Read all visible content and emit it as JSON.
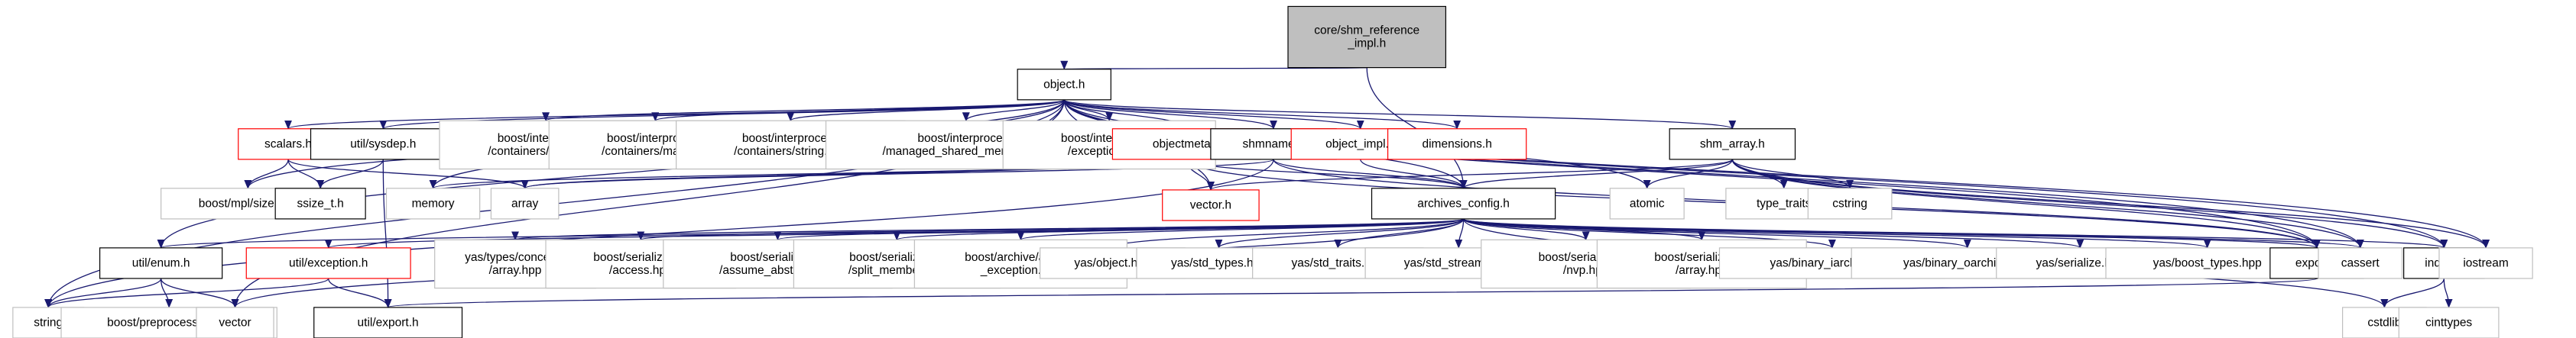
{
  "graph": {
    "colors": {
      "edge": "#191970",
      "root_fill": "#bfbfbf",
      "root_border": "#000000",
      "doc_border": "#000000",
      "nodoc_border": "#ff0000",
      "system_border": "#bfbfbf",
      "node_fill": "#ffffff"
    },
    "nodes": [
      {
        "id": "root",
        "lines": [
          "core/shm_reference",
          "_impl.h"
        ],
        "kind": "root"
      },
      {
        "id": "object_h",
        "lines": [
          "object.h"
        ],
        "kind": "doc"
      },
      {
        "id": "scalars_h",
        "lines": [
          "scalars.h"
        ],
        "kind": "nodoc"
      },
      {
        "id": "sysdep_h",
        "lines": [
          "util/sysdep.h"
        ],
        "kind": "doc"
      },
      {
        "id": "bi_vector",
        "lines": [
          "boost/interprocess",
          "/containers/vector.hpp"
        ],
        "kind": "system"
      },
      {
        "id": "bi_map",
        "lines": [
          "boost/interprocess",
          "/containers/map.hpp"
        ],
        "kind": "system"
      },
      {
        "id": "bi_string",
        "lines": [
          "boost/interprocess",
          "/containers/string.hpp"
        ],
        "kind": "system"
      },
      {
        "id": "bi_managed",
        "lines": [
          "boost/interprocess",
          "/managed_shared_memory.hpp"
        ],
        "kind": "system"
      },
      {
        "id": "bi_exc",
        "lines": [
          "boost/interprocess",
          "/exceptions.hpp"
        ],
        "kind": "system"
      },
      {
        "id": "objectmeta_h",
        "lines": [
          "objectmeta.h"
        ],
        "kind": "nodoc"
      },
      {
        "id": "shmname_h",
        "lines": [
          "shmname.h"
        ],
        "kind": "doc"
      },
      {
        "id": "object_impl_h",
        "lines": [
          "object_impl.h"
        ],
        "kind": "nodoc"
      },
      {
        "id": "dimensions_h",
        "lines": [
          "dimensions.h"
        ],
        "kind": "nodoc"
      },
      {
        "id": "shm_array_h",
        "lines": [
          "shm_array.h"
        ],
        "kind": "doc"
      },
      {
        "id": "mpl_size",
        "lines": [
          "boost/mpl/size.hpp"
        ],
        "kind": "system"
      },
      {
        "id": "ssize_t_h",
        "lines": [
          "ssize_t.h"
        ],
        "kind": "doc"
      },
      {
        "id": "memory",
        "lines": [
          "memory"
        ],
        "kind": "system"
      },
      {
        "id": "array",
        "lines": [
          "array"
        ],
        "kind": "system"
      },
      {
        "id": "vector_h",
        "lines": [
          "vector.h"
        ],
        "kind": "nodoc"
      },
      {
        "id": "archives_config_h",
        "lines": [
          "archives_config.h"
        ],
        "kind": "doc"
      },
      {
        "id": "atomic",
        "lines": [
          "atomic"
        ],
        "kind": "system"
      },
      {
        "id": "type_traits",
        "lines": [
          "type_traits"
        ],
        "kind": "system"
      },
      {
        "id": "cstring",
        "lines": [
          "cstring"
        ],
        "kind": "system"
      },
      {
        "id": "enum_h",
        "lines": [
          "util/enum.h"
        ],
        "kind": "doc"
      },
      {
        "id": "exception_h",
        "lines": [
          "util/exception.h"
        ],
        "kind": "nodoc"
      },
      {
        "id": "yas_concepts_array",
        "lines": [
          "yas/types/concepts",
          "/array.hpp"
        ],
        "kind": "system"
      },
      {
        "id": "bs_access",
        "lines": [
          "boost/serialization",
          "/access.hpp"
        ],
        "kind": "system"
      },
      {
        "id": "bs_assume_abstract",
        "lines": [
          "boost/serialization",
          "/assume_abstract.hpp"
        ],
        "kind": "system"
      },
      {
        "id": "bs_split_member",
        "lines": [
          "boost/serialization",
          "/split_member.hpp"
        ],
        "kind": "system"
      },
      {
        "id": "ba_archive_exception",
        "lines": [
          "boost/archive/archive",
          "_exception.hpp"
        ],
        "kind": "system"
      },
      {
        "id": "yas_object",
        "lines": [
          "yas/object.hpp"
        ],
        "kind": "system"
      },
      {
        "id": "yas_std_types",
        "lines": [
          "yas/std_types.hpp"
        ],
        "kind": "system"
      },
      {
        "id": "yas_std_traits",
        "lines": [
          "yas/std_traits.hpp"
        ],
        "kind": "system"
      },
      {
        "id": "yas_std_streams",
        "lines": [
          "yas/std_streams.hpp"
        ],
        "kind": "system"
      },
      {
        "id": "bs_nvp",
        "lines": [
          "boost/serialization",
          "/nvp.hpp"
        ],
        "kind": "system"
      },
      {
        "id": "bs_array",
        "lines": [
          "boost/serialization",
          "/array.hpp"
        ],
        "kind": "system"
      },
      {
        "id": "yas_bin_iarchive",
        "lines": [
          "yas/binary_iarchive.hpp"
        ],
        "kind": "system"
      },
      {
        "id": "yas_bin_oarchive",
        "lines": [
          "yas/binary_oarchive.hpp"
        ],
        "kind": "system"
      },
      {
        "id": "yas_serialize",
        "lines": [
          "yas/serialize.hpp"
        ],
        "kind": "system"
      },
      {
        "id": "yas_boost_types",
        "lines": [
          "yas/boost_types.hpp"
        ],
        "kind": "system"
      },
      {
        "id": "export_h",
        "lines": [
          "export.h"
        ],
        "kind": "doc"
      },
      {
        "id": "cassert",
        "lines": [
          "cassert"
        ],
        "kind": "system"
      },
      {
        "id": "index_h",
        "lines": [
          "index.h"
        ],
        "kind": "doc"
      },
      {
        "id": "iostream",
        "lines": [
          "iostream"
        ],
        "kind": "system"
      },
      {
        "id": "string",
        "lines": [
          "string"
        ],
        "kind": "system"
      },
      {
        "id": "boost_pp",
        "lines": [
          "boost/preprocessor.hpp"
        ],
        "kind": "system"
      },
      {
        "id": "vector",
        "lines": [
          "vector"
        ],
        "kind": "system"
      },
      {
        "id": "util_export_h",
        "lines": [
          "util/export.h"
        ],
        "kind": "doc"
      },
      {
        "id": "cstdlib",
        "lines": [
          "cstdlib"
        ],
        "kind": "system"
      },
      {
        "id": "cinttypes",
        "lines": [
          "cinttypes"
        ],
        "kind": "system"
      }
    ],
    "edges": [
      [
        "root",
        "object_h"
      ],
      [
        "root",
        "archives_config_h"
      ],
      [
        "object_h",
        "scalars_h"
      ],
      [
        "object_h",
        "sysdep_h"
      ],
      [
        "object_h",
        "bi_vector"
      ],
      [
        "object_h",
        "bi_map"
      ],
      [
        "object_h",
        "bi_string"
      ],
      [
        "object_h",
        "bi_managed"
      ],
      [
        "object_h",
        "bi_exc"
      ],
      [
        "object_h",
        "objectmeta_h"
      ],
      [
        "object_h",
        "shmname_h"
      ],
      [
        "object_h",
        "object_impl_h"
      ],
      [
        "object_h",
        "dimensions_h"
      ],
      [
        "object_h",
        "shm_array_h"
      ],
      [
        "object_h",
        "mpl_size"
      ],
      [
        "object_h",
        "memory"
      ],
      [
        "object_h",
        "atomic"
      ],
      [
        "object_h",
        "iostream"
      ],
      [
        "object_h",
        "string"
      ],
      [
        "object_h",
        "vector"
      ],
      [
        "object_h",
        "enum_h"
      ],
      [
        "object_h",
        "archives_config_h"
      ],
      [
        "object_h",
        "vector_h"
      ],
      [
        "object_h",
        "export_h"
      ],
      [
        "object_h",
        "index_h"
      ],
      [
        "object_h",
        "cassert"
      ],
      [
        "scalars_h",
        "mpl_size"
      ],
      [
        "scalars_h",
        "ssize_t_h"
      ],
      [
        "scalars_h",
        "array"
      ],
      [
        "sysdep_h",
        "ssize_t_h"
      ],
      [
        "sysdep_h",
        "util_export_h"
      ],
      [
        "objectmeta_h",
        "memory"
      ],
      [
        "objectmeta_h",
        "array"
      ],
      [
        "objectmeta_h",
        "vector_h"
      ],
      [
        "objectmeta_h",
        "archives_config_h"
      ],
      [
        "objectmeta_h",
        "export_h"
      ],
      [
        "shmname_h",
        "array"
      ],
      [
        "shmname_h",
        "string"
      ],
      [
        "shmname_h",
        "archives_config_h"
      ],
      [
        "shmname_h",
        "export_h"
      ],
      [
        "object_impl_h",
        "archives_config_h"
      ],
      [
        "shm_array_h",
        "archives_config_h"
      ],
      [
        "shm_array_h",
        "atomic"
      ],
      [
        "shm_array_h",
        "type_traits"
      ],
      [
        "shm_array_h",
        "cstring"
      ],
      [
        "shm_array_h",
        "vector_h"
      ],
      [
        "shm_array_h",
        "export_h"
      ],
      [
        "shm_array_h",
        "cassert"
      ],
      [
        "shm_array_h",
        "index_h"
      ],
      [
        "shm_array_h",
        "iostream"
      ],
      [
        "archives_config_h",
        "enum_h"
      ],
      [
        "archives_config_h",
        "exception_h"
      ],
      [
        "archives_config_h",
        "vector"
      ],
      [
        "archives_config_h",
        "yas_concepts_array"
      ],
      [
        "archives_config_h",
        "bs_access"
      ],
      [
        "archives_config_h",
        "bs_assume_abstract"
      ],
      [
        "archives_config_h",
        "bs_split_member"
      ],
      [
        "archives_config_h",
        "ba_archive_exception"
      ],
      [
        "archives_config_h",
        "yas_object"
      ],
      [
        "archives_config_h",
        "yas_std_types"
      ],
      [
        "archives_config_h",
        "yas_std_traits"
      ],
      [
        "archives_config_h",
        "yas_std_streams"
      ],
      [
        "archives_config_h",
        "bs_nvp"
      ],
      [
        "archives_config_h",
        "bs_array"
      ],
      [
        "archives_config_h",
        "yas_bin_iarchive"
      ],
      [
        "archives_config_h",
        "yas_bin_oarchive"
      ],
      [
        "archives_config_h",
        "yas_serialize"
      ],
      [
        "archives_config_h",
        "yas_boost_types"
      ],
      [
        "archives_config_h",
        "export_h"
      ],
      [
        "archives_config_h",
        "cassert"
      ],
      [
        "archives_config_h",
        "cstdlib"
      ],
      [
        "archives_config_h",
        "index_h"
      ],
      [
        "enum_h",
        "string"
      ],
      [
        "enum_h",
        "boost_pp"
      ],
      [
        "enum_h",
        "vector"
      ],
      [
        "exception_h",
        "string"
      ],
      [
        "exception_h",
        "util_export_h"
      ],
      [
        "export_h",
        "util_export_h"
      ],
      [
        "index_h",
        "cstdlib"
      ],
      [
        "index_h",
        "cinttypes"
      ]
    ]
  }
}
